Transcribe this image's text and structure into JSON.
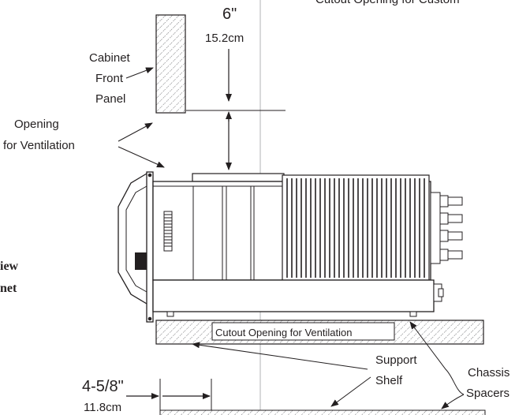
{
  "header": {
    "top_caption": "Cutout Opening for Custom"
  },
  "side_caption": {
    "line1": "iew",
    "line2": "net"
  },
  "dimensions": {
    "top_clearance": {
      "imperial": "6\"",
      "metric": "15.2cm"
    },
    "front_offset": {
      "imperial": "4-5/8\"",
      "metric": "11.8cm"
    }
  },
  "labels": {
    "cabinet_front_panel": [
      "Cabinet",
      "Front",
      "Panel"
    ],
    "opening_for_ventilation": [
      "Opening",
      "for Ventilation"
    ],
    "support_shelf": [
      "Support",
      "Shelf"
    ],
    "chassis_spacers": [
      "Chassis",
      "Spacers"
    ],
    "shelf_cutout": "Cutout Opening for Ventilation"
  },
  "colors": {
    "line": "#231f20",
    "hatch": "#6d6e71",
    "centerline": "#b1b3b6",
    "background": "#ffffff"
  }
}
